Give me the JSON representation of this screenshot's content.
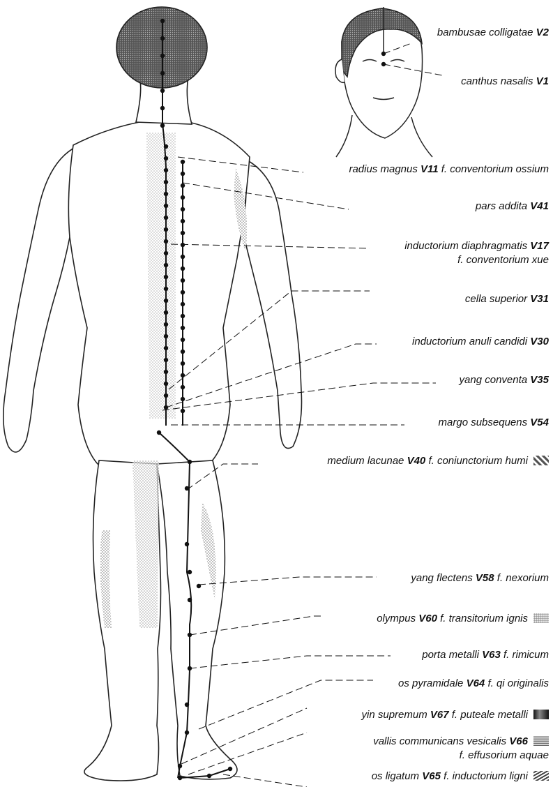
{
  "labels": [
    {
      "name": "bambusae colligatae",
      "code": "V2",
      "extra": ""
    },
    {
      "name": "canthus nasalis",
      "code": "V1",
      "extra": ""
    },
    {
      "name": "radius magnus",
      "code": "V11",
      "extra": "f. conventorium ossium"
    },
    {
      "name": "pars addita",
      "code": "V41",
      "extra": ""
    },
    {
      "name": "inductorium diaphragmatis",
      "code": "V17",
      "extra": ""
    },
    {
      "name": "cella superior",
      "code": "V31",
      "extra": ""
    },
    {
      "name": "inductorium anuli candidi",
      "code": "V30",
      "extra": ""
    },
    {
      "name": "yang conventa",
      "code": "V35",
      "extra": ""
    },
    {
      "name": "margo subsequens",
      "code": "V54",
      "extra": ""
    },
    {
      "name": "medium lacunae",
      "code": "V40",
      "extra": "f. coniunctorium humi"
    },
    {
      "name": "yang flectens",
      "code": "V58",
      "extra": "f. nexorium"
    },
    {
      "name": "olympus",
      "code": "V60",
      "extra": "f. transitorium ignis"
    },
    {
      "name": "porta metalli",
      "code": "V63",
      "extra": "f. rimicum"
    },
    {
      "name": "os pyramidale",
      "code": "V64",
      "extra": "f. qi originalis"
    },
    {
      "name": "yin supremum",
      "code": "V67",
      "extra": "f. puteale metalli"
    },
    {
      "name": "vallis communicans vesicalis",
      "code": "V66",
      "extra": ""
    },
    {
      "name": "os ligatum",
      "code": "V65",
      "extra": "f. inductorium ligni"
    }
  ],
  "sublabels": {
    "v17_extra": "f. conventorium xue",
    "v66_extra": "f. effusorium aquae"
  },
  "swatches": {
    "earth": "#555555",
    "fire": "#bdbdbd",
    "metal": "#222222",
    "water": "#777777",
    "wood": "#444444"
  }
}
